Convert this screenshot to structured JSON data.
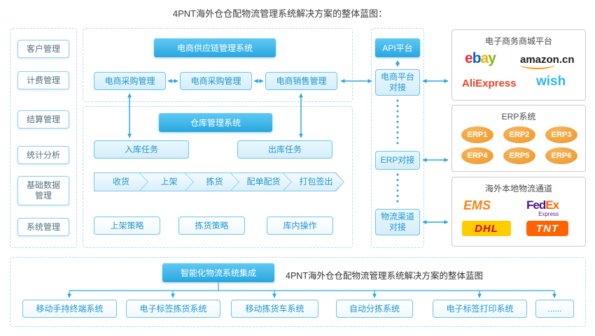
{
  "title": "4PNT海外仓仓配物流管理系统解决方案的整体蓝图：",
  "sidebar": {
    "items": [
      "客户管理",
      "计费管理",
      "结算管理",
      "统计分析",
      "基础数据管理",
      "系统管理"
    ]
  },
  "supply_chain": {
    "header": "电商供应链管理系统",
    "modules": [
      "电商采购管理",
      "电商采购管理",
      "电商销售管理"
    ]
  },
  "wms": {
    "header": "仓库管理系统",
    "tasks": [
      "入库任务",
      "出库任务"
    ],
    "flow": [
      "收货",
      "上架",
      "拣货",
      "配单配货",
      "打包签出"
    ],
    "strategies": [
      "上架策略",
      "拣货策略",
      "库内操作"
    ]
  },
  "api": {
    "header": "API平台",
    "items": [
      "电商平台对接",
      "ERP对接",
      "物流渠道对接"
    ]
  },
  "platforms_card": {
    "title": "电子商务商城平台",
    "ebay": {
      "letters": [
        "e",
        "b",
        "a",
        "y"
      ]
    },
    "amazon": "amazon.cn",
    "aliexpress": "AliExpress",
    "wish": "wish"
  },
  "erp_card": {
    "title": "ERP系统",
    "items": [
      "ERP1",
      "ERP2",
      "ERP3",
      "ERP4",
      "ERP5",
      "ERP6"
    ]
  },
  "logistics_card": {
    "title": "海外本地物流通道",
    "ems": "EMS",
    "fedex": {
      "fed": "Fed",
      "ex": "Ex",
      "sub": "Express"
    },
    "dhl": "DHL",
    "tnt": "TNT"
  },
  "bottom": {
    "header": "智能化物流系统集成",
    "caption": "4PNT海外仓仓配物流管理系统解决方案的整体蓝图",
    "systems": [
      "移动手持终端系统",
      "电子标签拣货系统",
      "移动拣货车系统",
      "自动分拣系统",
      "电子标签打印系统",
      "......"
    ]
  },
  "colors": {
    "accent_blue": "#2ea7e0",
    "header_blue": "#35b2e8",
    "box_border_blue": "#6cc4ea",
    "erp_orange": "#f2a33c"
  }
}
